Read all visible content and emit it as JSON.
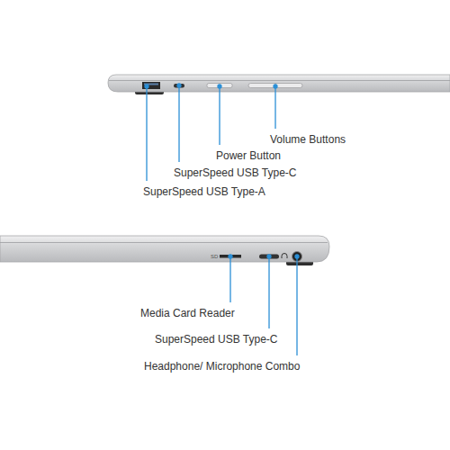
{
  "diagram": {
    "labels": [
      "Volume Buttons",
      "Power Button",
      "SuperSpeed USB Type-C",
      "SuperSpeed USB Type-A",
      "SD",
      "Media Card Reader",
      "SuperSpeed USB Type-C",
      "Headphone/ Microphone Combo"
    ]
  }
}
